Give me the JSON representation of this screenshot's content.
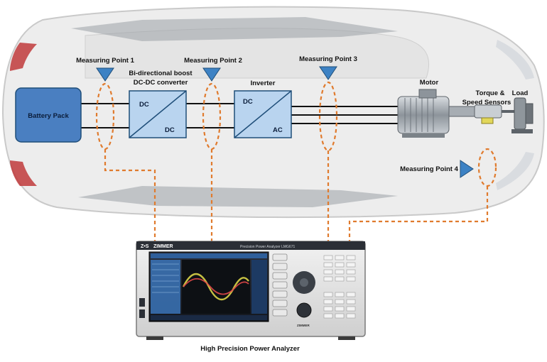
{
  "labels": {
    "measuring_point_1": "Measuring Point 1",
    "measuring_point_2": "Measuring Point 2",
    "measuring_point_3": "Measuring Point 3",
    "measuring_point_4": "Measuring Point 4",
    "converter_line1": "Bi-directional boost",
    "converter_line2": "DC-DC converter",
    "inverter": "Inverter",
    "motor": "Motor",
    "sensors_line1": "Torque  &",
    "sensors_line2": "Speed Sensors",
    "load": "Load",
    "battery": "Battery Pack",
    "dc_in": "DC",
    "dc_out": "DC",
    "inv_dc": "DC",
    "inv_ac": "AC",
    "analyzer_caption": "High Precision Power Analyzer"
  },
  "analyzer": {
    "brand": "ZIMMER",
    "brand_prefix": "Z•S",
    "model": "Precision Power Analyzer  LMG671",
    "badge": "ZIMMER"
  },
  "colors": {
    "box_fill": "#b9d4ef",
    "box_stroke": "#1f4e79",
    "battery_fill": "#4a7fc1",
    "marker": "#3d82c4",
    "dashed": "#e07b2e",
    "wire": "#111111"
  }
}
